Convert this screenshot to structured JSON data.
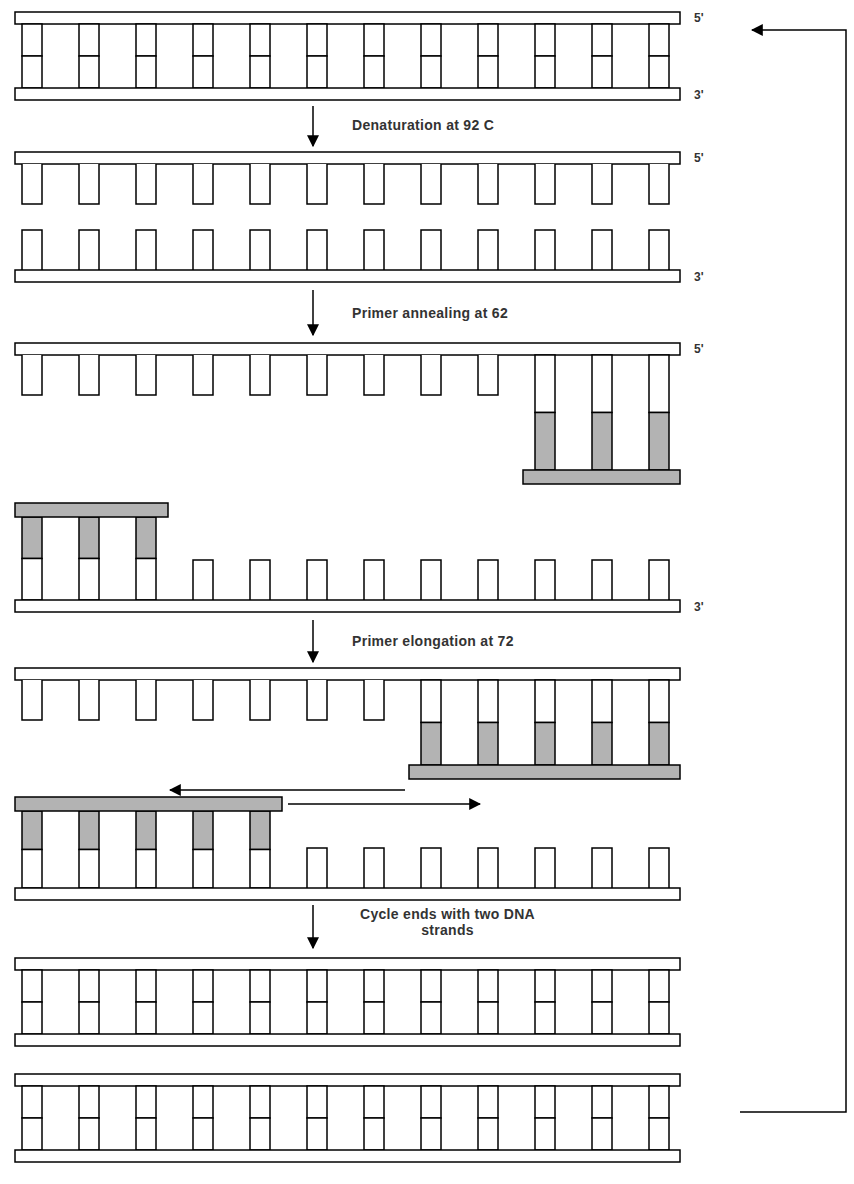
{
  "diagram": {
    "labels": [
      "5'",
      "3'",
      "Denaturation at 92 C",
      "5'",
      "3'",
      "Primer annealing at 62",
      "5'",
      "3'",
      "Primer elongation at 72",
      "Cycle ends with two DNA strands"
    ]
  }
}
